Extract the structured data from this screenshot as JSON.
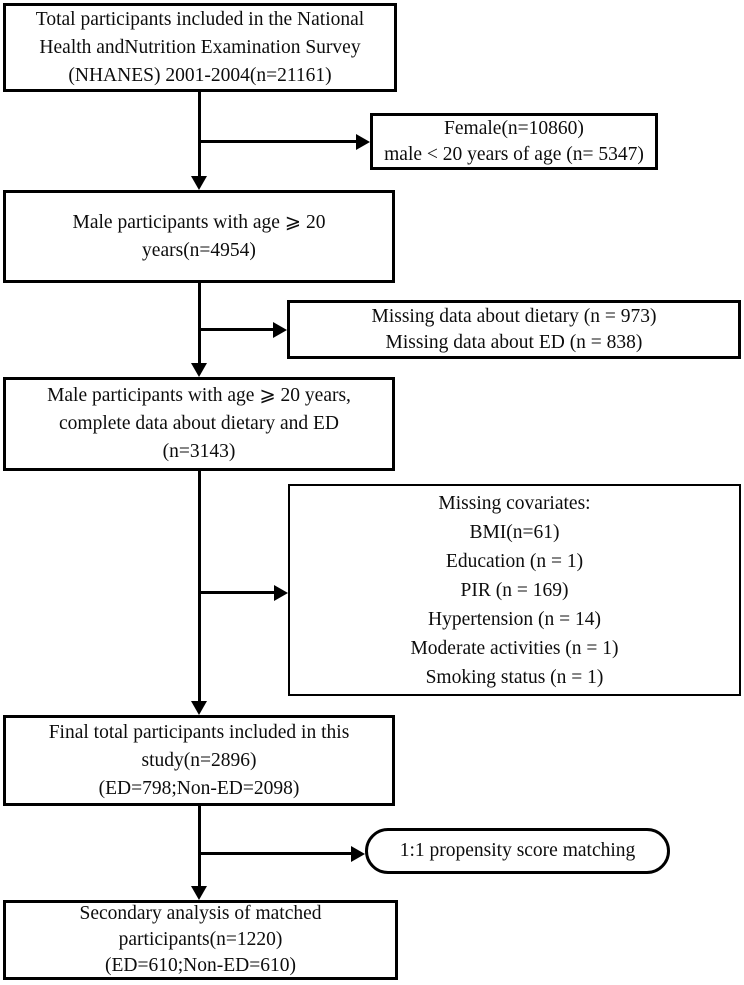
{
  "figure": {
    "type": "participant-flow-diagram",
    "colors": {
      "background": "#ffffff",
      "border": "#000000",
      "text": "#0d0d0d"
    },
    "boxes": {
      "total": {
        "lines": [
          "Total participants included in the National",
          "Health andNutrition Examination Survey",
          "(NHANES) 2001-2004(n=21161)"
        ]
      },
      "excluded_sex_age": {
        "lines": [
          "Female(n=10860)",
          "male < 20 years of age (n= 5347)"
        ]
      },
      "male_age20": {
        "lines": [
          "Male participants with age ⩾ 20",
          "years(n=4954)"
        ]
      },
      "excluded_missing_dietary_ed": {
        "lines": [
          "Missing data about dietary (n = 973)",
          "Missing data about ED (n = 838)"
        ]
      },
      "complete_data": {
        "lines": [
          "Male participants with age ⩾ 20 years,",
          "complete data about dietary and ED",
          "(n=3143)"
        ]
      },
      "excluded_missing_covariates": {
        "lines": [
          "Missing covariates:",
          "BMI(n=61)",
          "Education (n = 1)",
          "PIR (n = 169)",
          "Hypertension (n = 14)",
          "Moderate activities (n = 1)",
          "Smoking status (n = 1)"
        ]
      },
      "final_included": {
        "lines": [
          "Final total participants included in this",
          "study(n=2896)",
          "(ED=798;Non-ED=2098)"
        ]
      },
      "propensity_matching": {
        "lines": [
          "1:1 propensity score matching"
        ]
      },
      "secondary_analysis": {
        "lines": [
          "Secondary analysis of matched",
          "participants(n=1220)",
          "(ED=610;Non-ED=610)"
        ]
      }
    }
  }
}
